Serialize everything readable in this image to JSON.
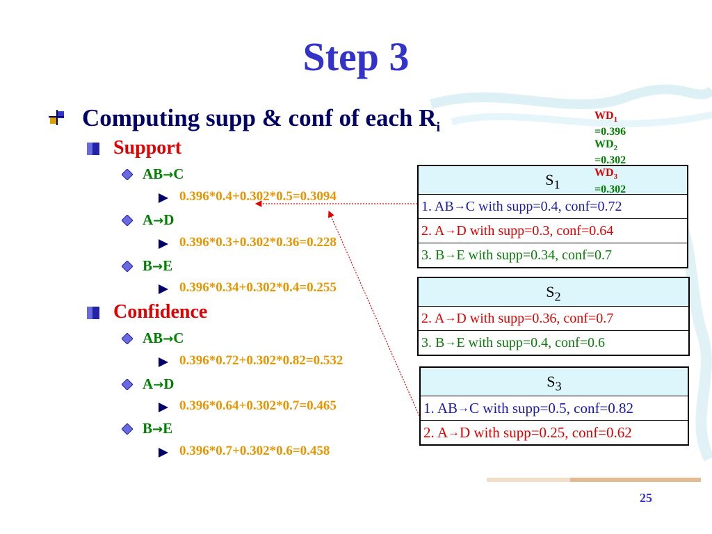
{
  "slide": {
    "title": "Step 3",
    "page_number": "25"
  },
  "main_bullet": {
    "text": "Computing supp & conf of each R",
    "subscript": "i"
  },
  "support": {
    "heading": "Support",
    "items": [
      {
        "rule_left": "AB",
        "rule_right": "C",
        "formula": "0.396*0.4+0.302*0.5=0.3094"
      },
      {
        "rule_left": "A",
        "rule_right": "D",
        "formula": "0.396*0.3+0.302*0.36=0.228"
      },
      {
        "rule_left": "B",
        "rule_right": "E",
        "formula": "0.396*0.34+0.302*0.4=0.255"
      }
    ]
  },
  "confidence": {
    "heading": "Confidence",
    "items": [
      {
        "rule_left": "AB",
        "rule_right": "C",
        "formula": "0.396*0.72+0.302*0.82=0.532"
      },
      {
        "rule_left": "A",
        "rule_right": "D",
        "formula": "0.396*0.64+0.302*0.7=0.465"
      },
      {
        "rule_left": "B",
        "rule_right": "E",
        "formula": "0.396*0.7+0.302*0.6=0.458"
      }
    ]
  },
  "weights": [
    {
      "label": "WD",
      "sub": "1",
      "value": "=0.396"
    },
    {
      "label": "WD",
      "sub": "2",
      "value": "=0.302"
    },
    {
      "label": "WD",
      "sub": "3",
      "value": "=0.302"
    }
  ],
  "tables": [
    {
      "header": "S",
      "header_sub": "1",
      "rows": [
        {
          "num": "1. AB",
          "rest": "C with supp=0.4, conf=0.72",
          "color": "blue"
        },
        {
          "num": "2. A",
          "rest": "D with supp=0.3,  conf=0.64",
          "color": "red"
        },
        {
          "num": "3. B",
          "rest": "E with supp=0.34,  conf=0.7",
          "color": "green"
        }
      ]
    },
    {
      "header": "S",
      "header_sub": "2",
      "rows": [
        {
          "num": "2. A",
          "rest": "D with supp=0.36,  conf=0.7",
          "color": "red"
        },
        {
          "num": "3. B",
          "rest": "E with supp=0.4,  conf=0.6",
          "color": "green"
        }
      ]
    },
    {
      "header": "S",
      "header_sub": "3",
      "rows": [
        {
          "num": "1. AB",
          "rest": "C with supp=0.5,  conf=0.82",
          "color": "blue"
        },
        {
          "num": "2. A",
          "rest": "D with supp=0.25,  conf=0.62",
          "color": "red"
        }
      ]
    }
  ],
  "colors": {
    "title": "#3333cc",
    "main_bullet": "#000066",
    "heading": "#e00000",
    "rule": "#008000",
    "formula": "#e69500",
    "table_header_bg": "#ddf6fb",
    "arrow": "#e00000"
  }
}
